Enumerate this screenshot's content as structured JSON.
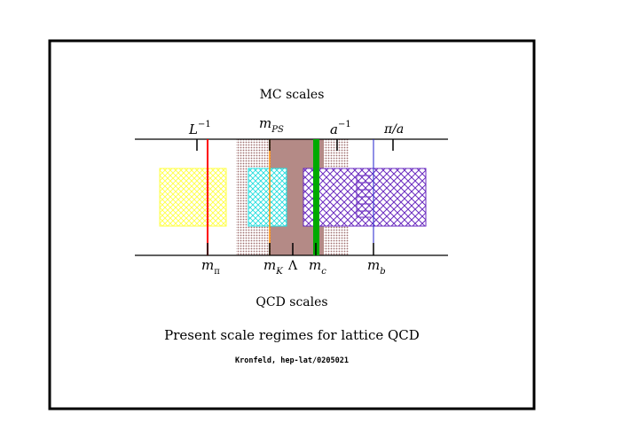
{
  "diagram": {
    "top_title": "MC scales",
    "bottom_title": "QCD scales",
    "caption": "Present scale regimes for lattice QCD",
    "credit": "Kronfeld, hep-lat/0205021",
    "top_labels": {
      "l_inv": {
        "base": "L",
        "sup": "−1"
      },
      "m_ps": {
        "base": "m",
        "sub": "PS"
      },
      "a_inv": {
        "base": "a",
        "sup": "−1"
      },
      "pi_over_a": {
        "text": "π/a"
      }
    },
    "bottom_labels": {
      "m_pi": {
        "base": "m",
        "sub": "π"
      },
      "m_k": {
        "base": "m",
        "sub": "K"
      },
      "lambda": {
        "text": "Λ"
      },
      "m_c": {
        "base": "m",
        "sub": "c"
      },
      "m_b": {
        "base": "m",
        "sub": "b"
      }
    },
    "colors": {
      "frame": "#000000",
      "light_region": "#ffff66",
      "strange_region": "#33dddd",
      "heavy_region": "#6a2bbf",
      "shaded_band": "#b48a86",
      "pion_line": "#ff0000",
      "kaon_line": "#ff8c00",
      "charm_line": "#00aa00",
      "bottom_line": "#2222cc"
    }
  }
}
